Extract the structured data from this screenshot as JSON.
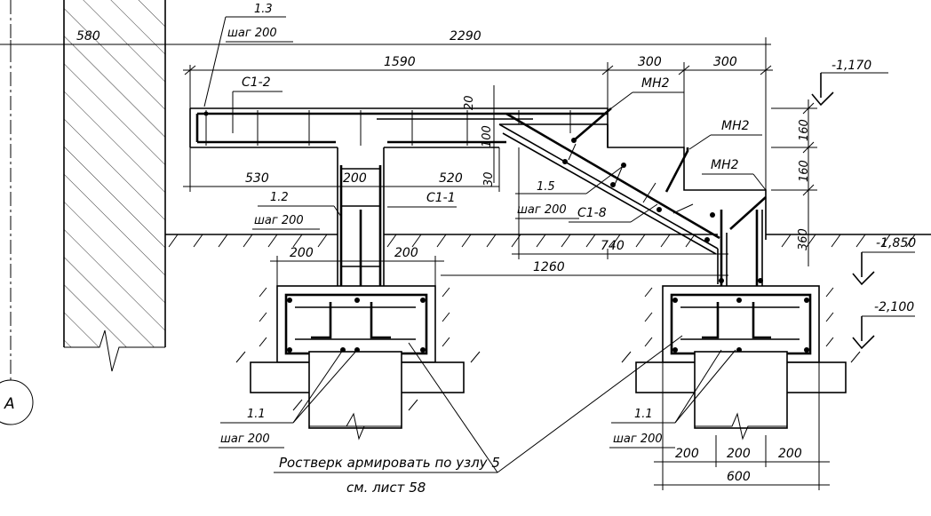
{
  "axis": {
    "label": "А"
  },
  "dims": {
    "d580": "580",
    "d2290": "2290",
    "d1590": "1590",
    "d300a": "300",
    "d300b": "300",
    "d20": "20",
    "d100": "100",
    "d30": "30",
    "d160": "160",
    "d360": "360",
    "d530": "530",
    "d200": "200",
    "d520": "520",
    "d740": "740",
    "d1260": "1260",
    "d600": "600"
  },
  "levels": {
    "l1170": "-1,170",
    "l1850": "-1,850",
    "l2100": "-2,100"
  },
  "labels": {
    "m13": "1.3",
    "m12": "1.2",
    "m15": "1.5",
    "m11": "1.1",
    "step200": "шаг 200",
    "c12": "С1-2",
    "c11": "С1-1",
    "c18": "С1-8",
    "mn2": "МН2"
  },
  "note": {
    "line1": "Ростверк армировать по узлу 5",
    "line2": "см. лист 58"
  }
}
